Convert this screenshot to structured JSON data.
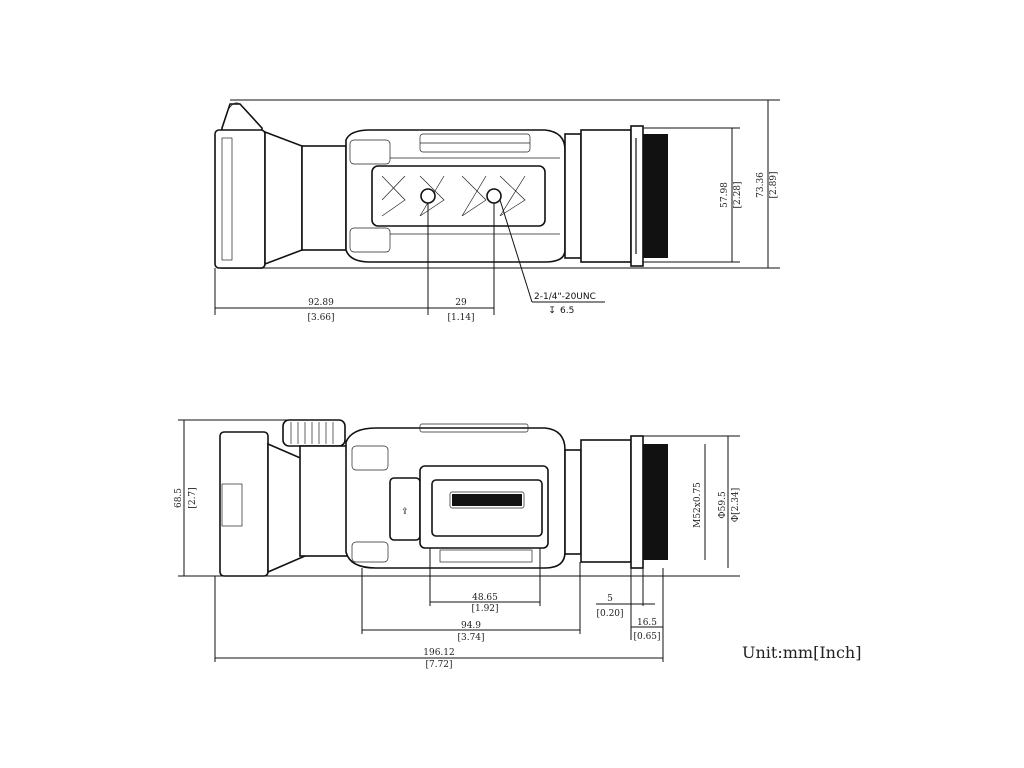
{
  "top_view": {
    "overall_length": {
      "mm": "92.89",
      "inch": "[3.66]"
    },
    "mount_spacing": {
      "mm": "29",
      "inch": "[1.14]"
    },
    "thread_callout": "2-1/4\"-20UNC",
    "thread_depth": "6.5",
    "eyepiece_diameter": {
      "mm": "57.98",
      "inch": "[2.28]"
    },
    "overall_height": {
      "mm": "73.36",
      "inch": "[2.89]"
    }
  },
  "side_view": {
    "height": {
      "mm": "68.5",
      "inch": "[2.7]"
    },
    "port_width": {
      "mm": "48.65",
      "inch": "[1.92]"
    },
    "body_length": {
      "mm": "94.9",
      "inch": "[3.74]"
    },
    "total_length": {
      "mm": "196.12",
      "inch": "[7.72]"
    },
    "ring_width": {
      "mm": "5",
      "inch": "[0.20]"
    },
    "lens_length": {
      "mm": "16.5",
      "inch": "[0.65]"
    },
    "thread_spec": "M52x0.75",
    "lens_diameter": {
      "mm": "Φ59.5",
      "inch": "Φ[2.34]"
    }
  },
  "unit_label": "Unit:mm[Inch]"
}
